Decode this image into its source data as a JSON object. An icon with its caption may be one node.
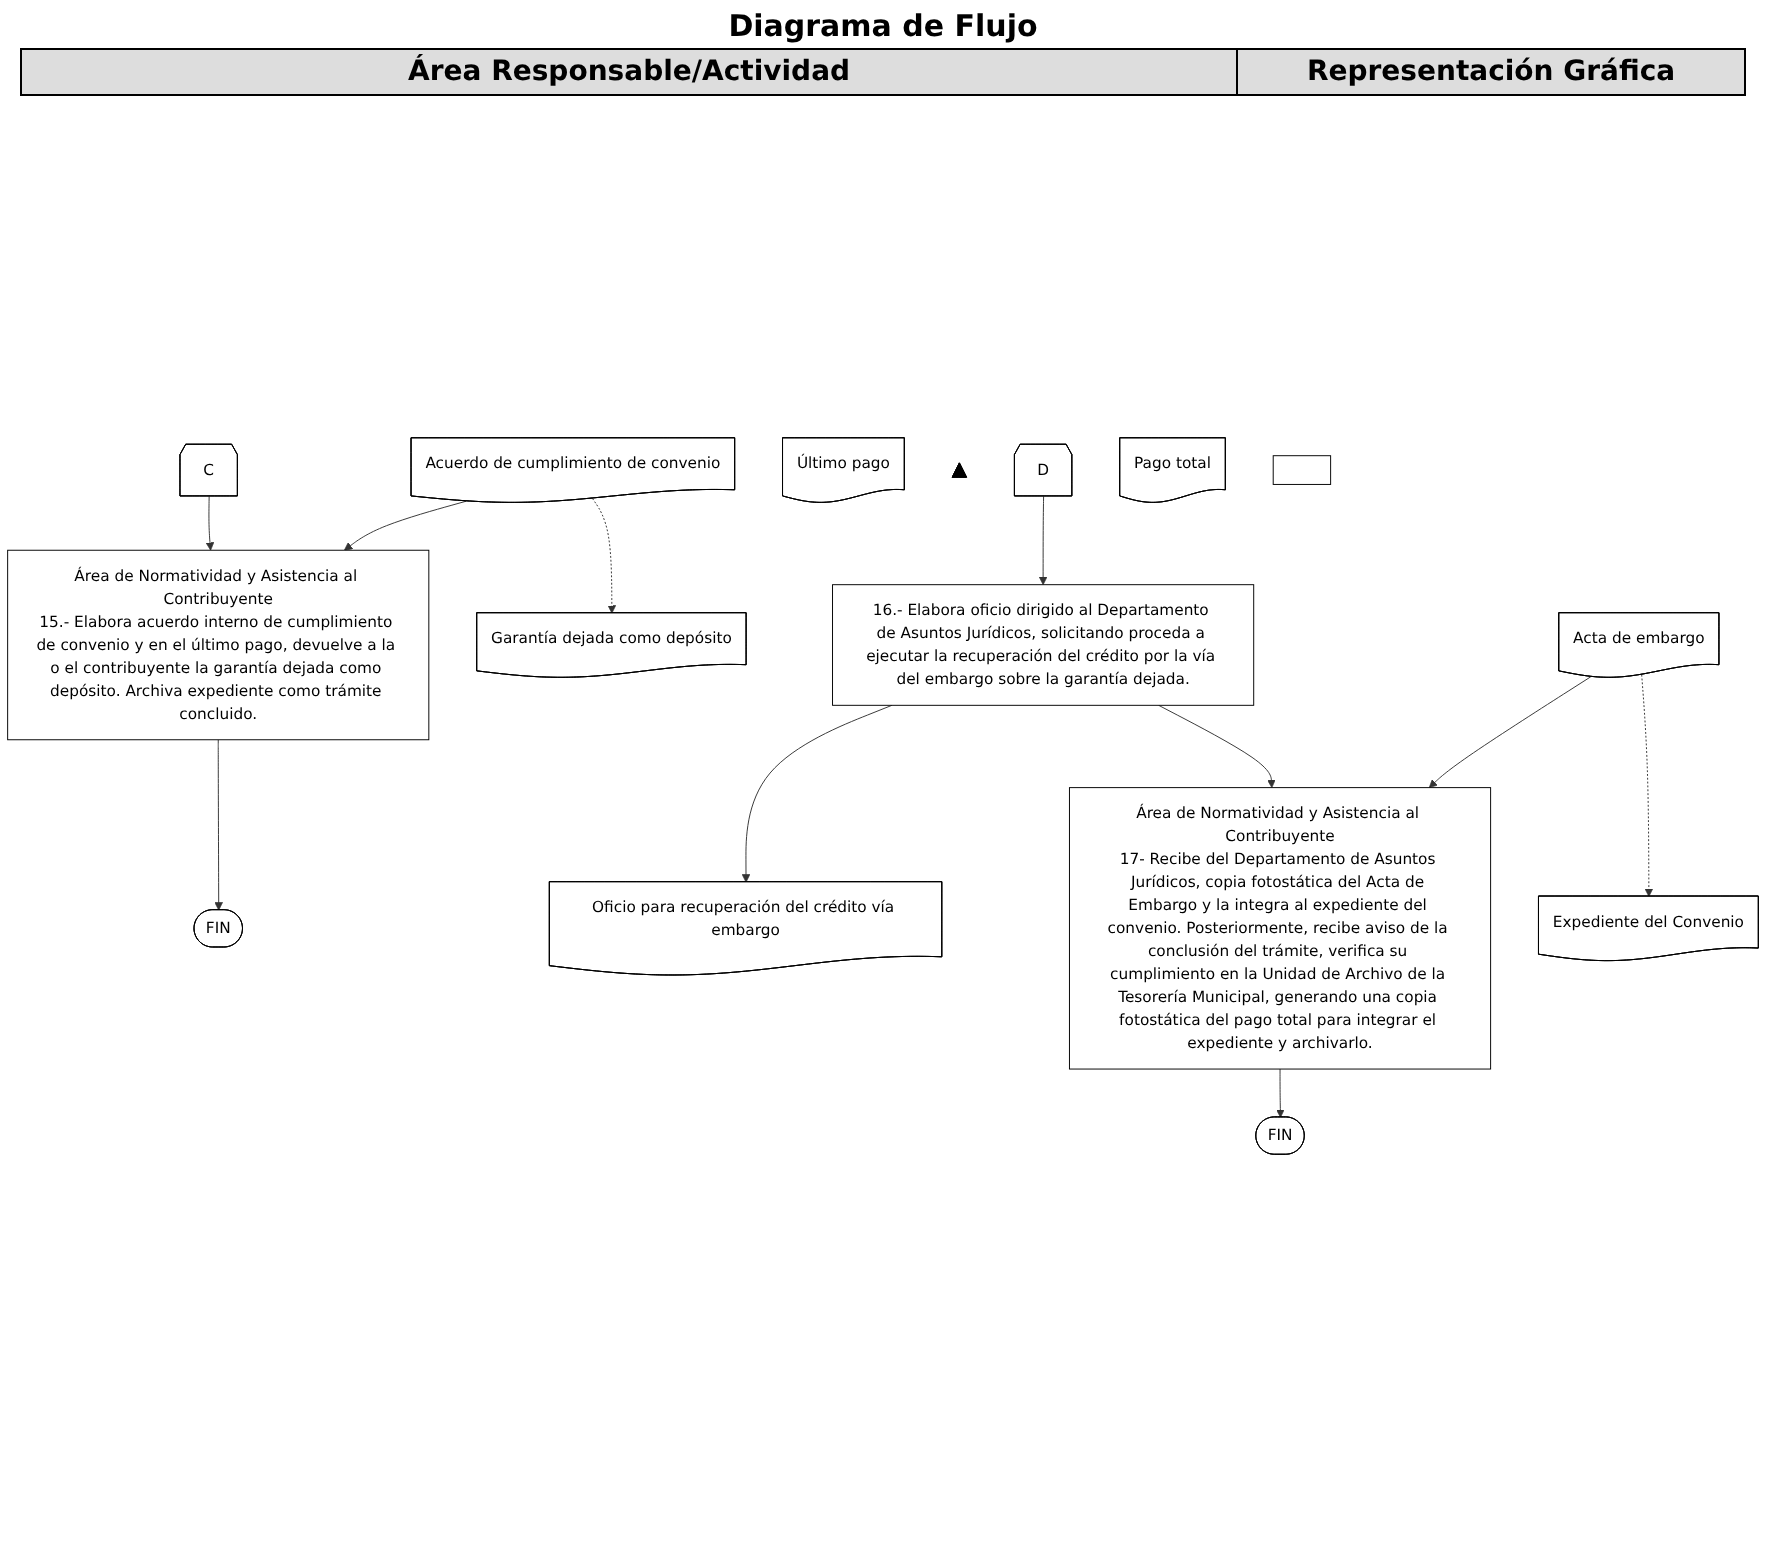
{
  "diagram": {
    "title": "Diagrama de Flujo",
    "nodes": [
      {
        "text": [
          "C"
        ]
      },
      {
        "text": [
          "Área de Normatividad y Asistencia al Contribuyente",
          "15.- Elabora acuerdo interno de cumplimiento de convenio y en el último pago, devuelve a la o el contribuyente la garantía dejada como depósito. Archiva expediente como trámite concluido."
        ]
      },
      {
        "text": [
          "Acuerdo de cumplimiento de convenio"
        ]
      },
      {
        "text": [
          "Garantía dejada como depósito"
        ]
      },
      {
        "text": [
          "Último pago"
        ]
      },
      {
        "text": [],
        "shape": "triangle"
      },
      {
        "text": [
          "FIN"
        ]
      },
      {
        "text": [
          "D"
        ]
      },
      {
        "text": [
          "16.- Elabora oficio dirigido al Departamento de Asuntos Jurídicos, solicitando proceda a ejecutar la recuperación del crédito por la vía del embargo sobre la garantía dejada."
        ]
      },
      {
        "text": [
          "Oficio para recuperación del crédito vía embargo"
        ]
      },
      {
        "text": [
          "Área de Normatividad y Asistencia al Contribuyente",
          "17- Recibe del Departamento de Asuntos Jurídicos, copia fotostática del Acta de Embargo y la integra al expediente del convenio. Posteriormente, recibe aviso de la conclusión del trámite, verifica su cumplimiento en la Unidad de Archivo de la Tesorería Municipal, generando una copia fotostática del pago total para integrar el expediente y archivarlo."
        ]
      },
      {
        "text": [
          "Acta de embargo"
        ]
      },
      {
        "text": [
          "Expediente del Convenio"
        ]
      },
      {
        "text": [
          "Pago total"
        ]
      },
      {
        "text": [],
        "shape": "box"
      },
      {
        "text": [
          "FIN"
        ]
      }
    ],
    "edges": [
      {
        "from": 0,
        "to": 1,
        "arrow": "to"
      },
      {
        "from": 2,
        "to": 1,
        "arrow": "to"
      },
      {
        "from": 2,
        "to": 3,
        "arrow": "to",
        "style": "dashed"
      },
      {
        "from": 1,
        "to": 6,
        "arrow": "to"
      },
      {
        "from": 7,
        "to": 8,
        "arrow": "to"
      },
      {
        "from": 8,
        "to": 9,
        "arrow": "to"
      },
      {
        "from": 8,
        "to": 10,
        "arrow": "to"
      },
      {
        "from": 11,
        "to": 10,
        "arrow": "to"
      },
      {
        "from": 11,
        "to": 12,
        "arrow": "to",
        "style": "dashed"
      },
      {
        "from": 10,
        "to": 15,
        "arrow": "to"
      }
    ],
    "labels": [
      "Área Responsable/Actividad",
      "Representación Gráfica"
    ]
  }
}
